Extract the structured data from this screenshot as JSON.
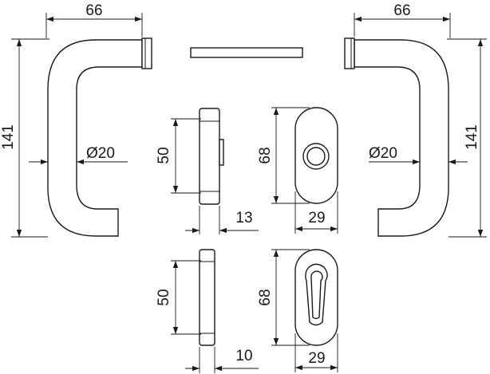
{
  "handle_left": {
    "width": "66",
    "height": "141",
    "diameter": "Ø20"
  },
  "handle_right": {
    "width": "66",
    "height": "141",
    "diameter": "Ø20"
  },
  "rose_knob": {
    "side_height": "50",
    "side_depth": "13",
    "front_height": "68",
    "front_width": "29"
  },
  "rose_cylinder": {
    "side_height": "50",
    "side_depth": "10",
    "front_height": "68",
    "front_width": "29"
  },
  "colors": {
    "line": "#1a1a1a",
    "background": "#ffffff"
  }
}
